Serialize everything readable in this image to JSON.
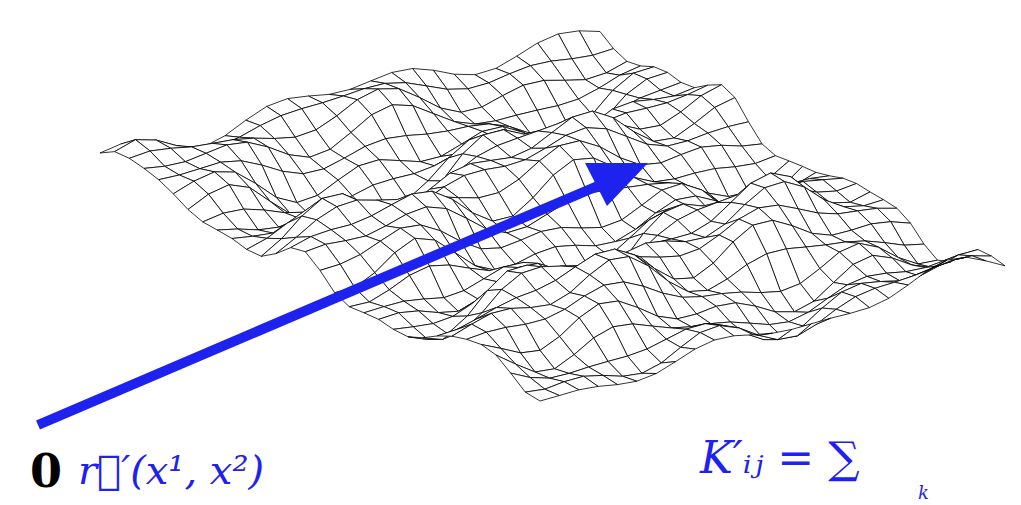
{
  "diagram": {
    "labels": [
      "0",
      "r⃗′(x¹, x²)",
      "K′ᵢⱼ = ∑",
      "k"
    ]
  }
}
